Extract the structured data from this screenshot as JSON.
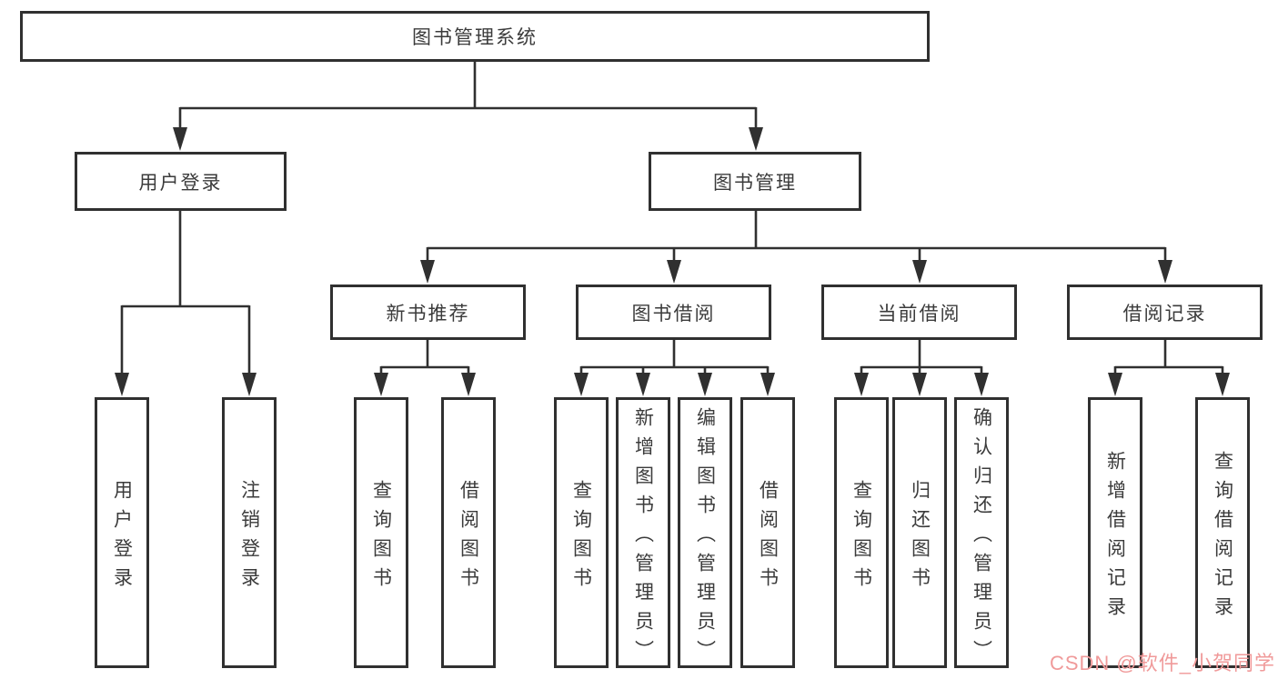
{
  "tree": {
    "root": {
      "label": "图书管理系统"
    },
    "branches": [
      {
        "label": "用户登录",
        "children": [
          {
            "label": "用户登录"
          },
          {
            "label": "注销登录"
          }
        ]
      },
      {
        "label": "图书管理",
        "children": [
          {
            "label": "新书推荐",
            "children": [
              {
                "label": "查询图书"
              },
              {
                "label": "借阅图书"
              }
            ]
          },
          {
            "label": "图书借阅",
            "children": [
              {
                "label": "查询图书"
              },
              {
                "label": "新增图书（管理员）"
              },
              {
                "label": "编辑图书（管理员）"
              },
              {
                "label": "借阅图书"
              }
            ]
          },
          {
            "label": "当前借阅",
            "children": [
              {
                "label": "查询图书"
              },
              {
                "label": "归还图书"
              },
              {
                "label": "确认归还（管理员）"
              }
            ]
          },
          {
            "label": "借阅记录",
            "children": [
              {
                "label": "新增借阅记录"
              },
              {
                "label": "查询借阅记录"
              }
            ]
          }
        ]
      }
    ]
  },
  "watermark": {
    "text": "CSDN @软件_小贺同学",
    "color": "#f09a9a"
  },
  "colors": {
    "line": "#303030",
    "box_border": "#303030",
    "box_background": "#ffffff",
    "text": "#3b3b3b",
    "page_background": "#ffffff"
  }
}
